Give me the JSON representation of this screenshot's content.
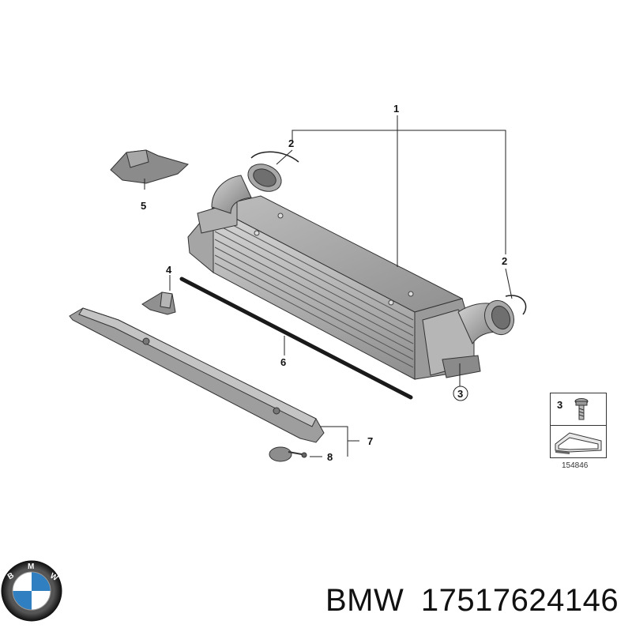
{
  "diagram": {
    "callouts": {
      "c1": "1",
      "c2a": "2",
      "c2b": "2",
      "c3": "3",
      "c4": "4",
      "c5": "5",
      "c6": "6",
      "c7": "7",
      "c8": "8"
    },
    "legend": {
      "number": "3",
      "reference": "154846"
    }
  },
  "footer": {
    "brand": "BMW",
    "part_number": "17517624146"
  },
  "colors": {
    "metal_light": "#c9c9c9",
    "metal_mid": "#9d9d9d",
    "metal_dark": "#6a6a6a",
    "line": "#222222",
    "bmw_blue": "#2f7fc1"
  }
}
